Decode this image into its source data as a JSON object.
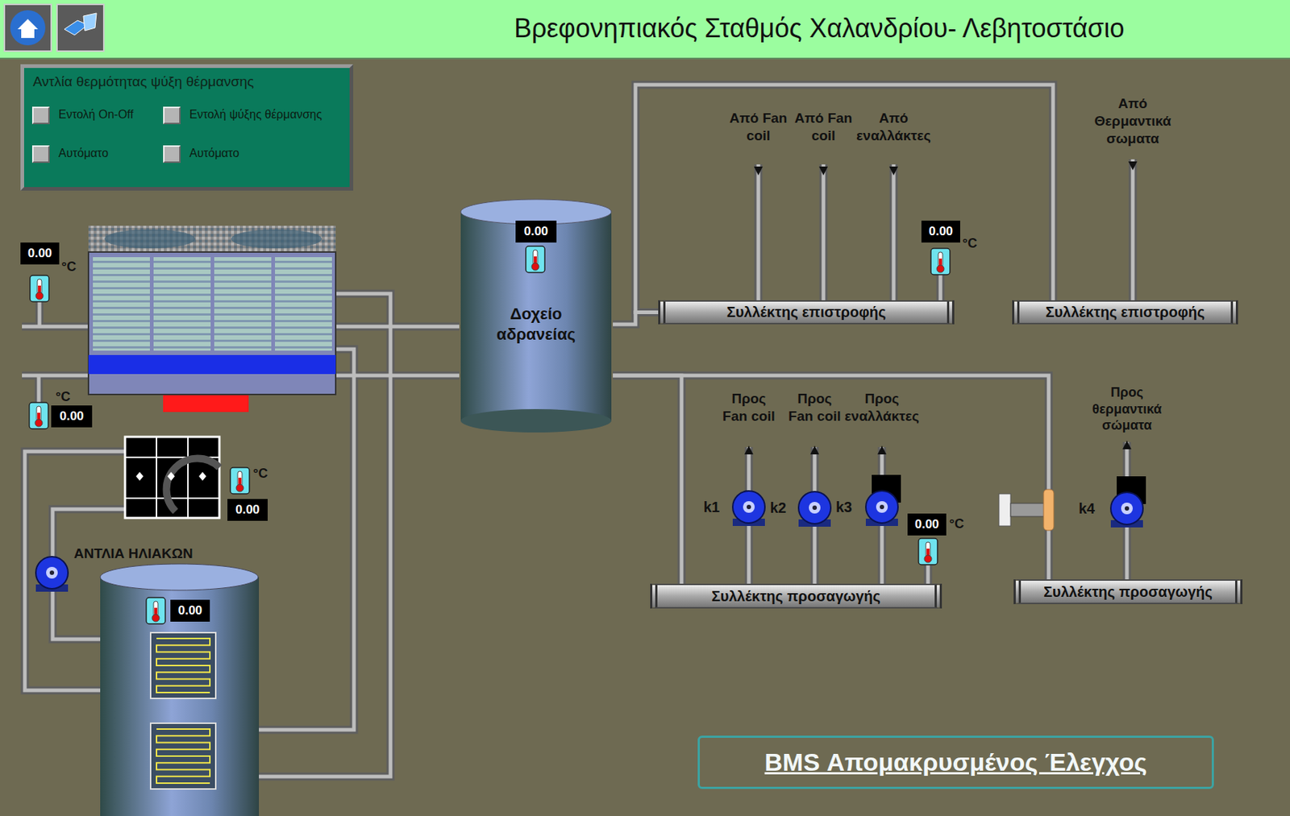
{
  "diagram": {
    "title": "Βρεφονηπιακός Σταθμός Χαλανδρίου- Λεβητοστάσιο",
    "nodes": [
      {
        "text": [
          "Αντλία θερμότητας ψύξη θέρμανσης"
        ]
      },
      {
        "text": [
          "Δοχείο αδρανείας"
        ]
      },
      {
        "text": [
          "Συλλέκτης επιστροφής"
        ]
      },
      {
        "text": [
          "Συλλέκτης επιστροφής"
        ]
      },
      {
        "text": [
          "Συλλέκτης προσαγωγής"
        ]
      },
      {
        "text": [
          "Συλλέκτης προσαγωγής"
        ]
      },
      {
        "text": [
          "BMS Απομακρυσμένος Έλεγχος"
        ]
      }
    ],
    "edges": [
      {
        "from": 1,
        "to": 2,
        "arrow": "none"
      },
      {
        "from": 2,
        "to": 3,
        "arrow": "none"
      },
      {
        "from": 1,
        "to": 4,
        "arrow": "none"
      },
      {
        "from": 1,
        "to": 5,
        "arrow": "none"
      }
    ],
    "labels": [
      "Εντολή On-Off",
      "Εντολή ψύξης θέρμανσης",
      "Αυτόματο",
      "Αυτόματο",
      "0.00",
      "°C",
      "0.00",
      "°C",
      "0.00",
      "°C",
      "0.00",
      "0.00",
      "0.00",
      "°C",
      "0.00",
      "°C",
      "ΑΝΤΛΙΑ ΗΛΙΑΚΩΝ",
      "Από Fan coil",
      "Από Fan coil",
      "Από εναλλάκτες",
      "Από Θερμαντικά σωματα",
      "Προς Fan coil",
      "Προς Fan coil",
      "Προς εναλλάκτες",
      "Προς θερμαντικά σώματα",
      "k1",
      "k2",
      "k3",
      "k4"
    ]
  }
}
